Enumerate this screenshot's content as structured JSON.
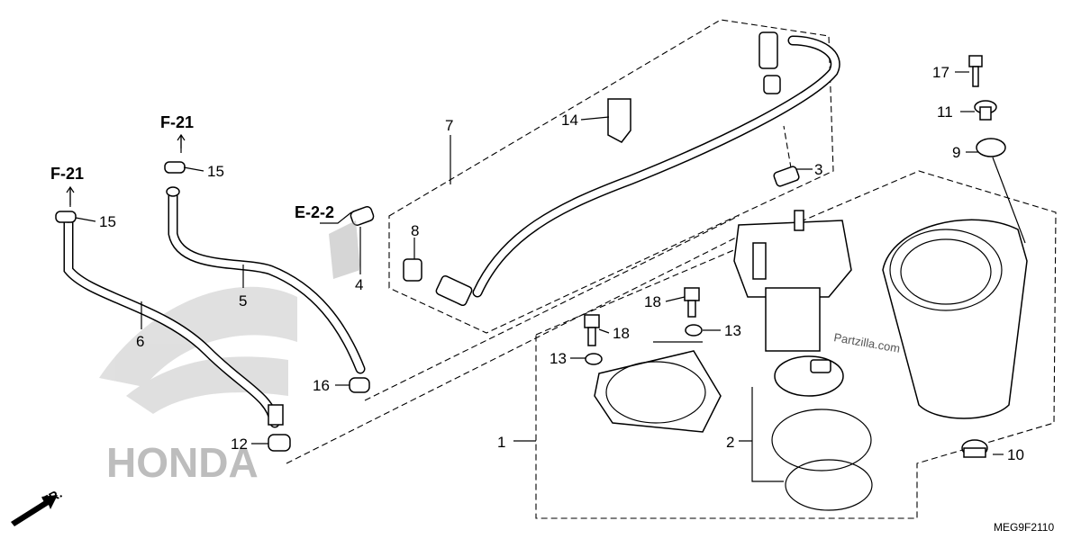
{
  "diagram": {
    "drawing_code": "MEG9F2110",
    "watermark": "Partzilla.com",
    "front_indicator": "FR.",
    "brand_watermark": "HONDA",
    "part_callouts": [
      "1",
      "2",
      "3",
      "4",
      "5",
      "6",
      "8",
      "9",
      "10",
      "11",
      "12",
      "13",
      "13",
      "14",
      "15",
      "15",
      "16",
      "17",
      "18",
      "18"
    ],
    "group_callouts": [
      "7"
    ],
    "section_refs": [
      "F-21",
      "F-21",
      "E-2-2"
    ]
  }
}
